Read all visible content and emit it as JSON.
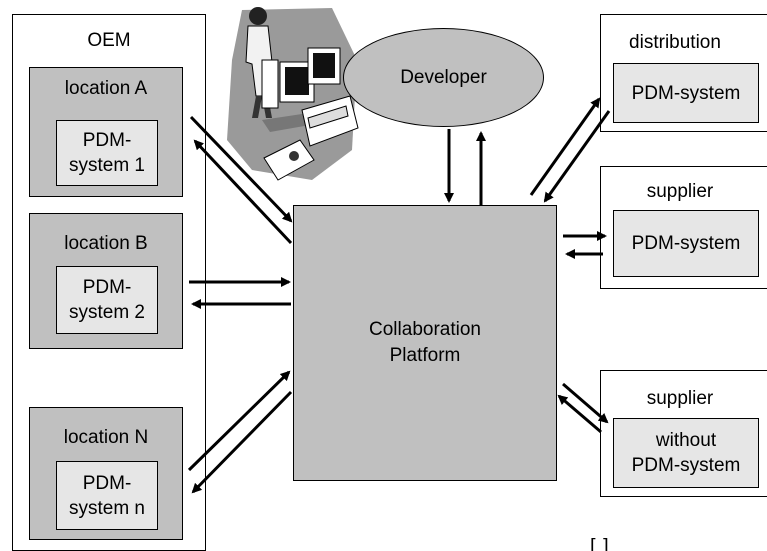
{
  "oem": {
    "title": "OEM",
    "locations": [
      {
        "label": "location A",
        "system": "PDM-\nsystem 1"
      },
      {
        "label": "location B",
        "system": "PDM-\nsystem 2"
      },
      {
        "label": "location N",
        "system": "PDM-\nsystem n"
      }
    ]
  },
  "developer": {
    "label": "Developer"
  },
  "platform": {
    "label": "Collaboration\nPlatform"
  },
  "partners": [
    {
      "label": "distribution",
      "system": "PDM-system"
    },
    {
      "label": "supplier",
      "system": "PDM-system"
    },
    {
      "label": "supplier",
      "system": "without\nPDM-system"
    }
  ],
  "footer": {
    "text": "[ ] "
  },
  "icons": {
    "illustration": "engineer-workstation-illustration"
  },
  "colors": {
    "box_fill": "#c0c0c0",
    "inner_fill": "#e6e6e6",
    "line": "#000000"
  }
}
